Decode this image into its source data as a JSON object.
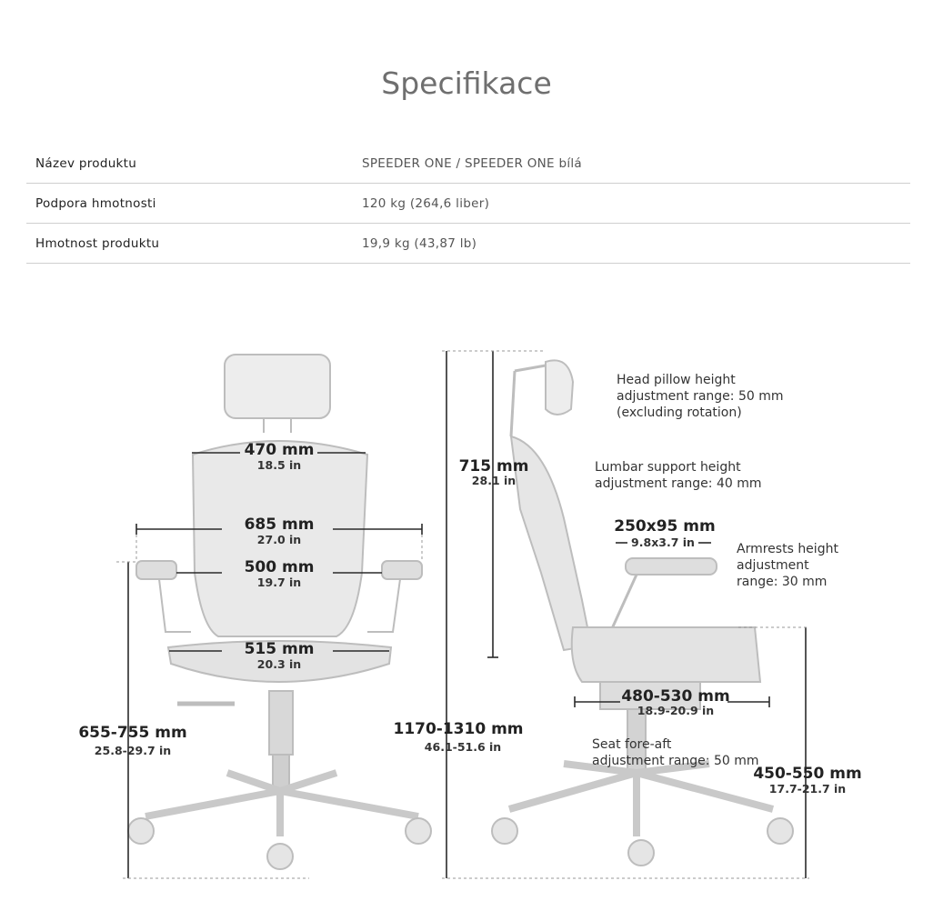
{
  "title": "Specifikace",
  "specs": [
    {
      "label": "Název produktu",
      "value": "SPEEDER ONE / SPEEDER ONE bílá"
    },
    {
      "label": "Podpora hmotnosti",
      "value": "120 kg (264,6 liber)"
    },
    {
      "label": "Hmotnost produktu",
      "value": "19,9 kg (43,87 lb)"
    }
  ],
  "diagram": {
    "front": {
      "back_width": {
        "mm": "470 mm",
        "in": "18.5 in"
      },
      "arm_span": {
        "mm": "685 mm",
        "in": "27.0 in"
      },
      "inner_arm": {
        "mm": "500 mm",
        "in": "19.7 in"
      },
      "seat_width": {
        "mm": "515 mm",
        "in": "20.3 in"
      },
      "armrest_height": {
        "mm": "655-755 mm",
        "in": "25.8-29.7 in"
      }
    },
    "side": {
      "backrest_height": {
        "mm": "715 mm",
        "in": "28.1 in"
      },
      "total_height": {
        "mm": "1170-1310 mm",
        "in": "46.1-51.6 in"
      },
      "armpad": {
        "mm": "250x95 mm",
        "in": "9.8x3.7 in"
      },
      "seat_depth": {
        "mm": "480-530 mm",
        "in": "18.9-20.9 in"
      },
      "seat_height": {
        "mm": "450-550 mm",
        "in": "17.7-21.7 in"
      },
      "head_note": [
        "Head pillow height",
        "adjustment range: 50 mm",
        "(excluding rotation)"
      ],
      "lumbar_note": [
        "Lumbar support height",
        "adjustment range: 40 mm"
      ],
      "armrest_note": [
        "Armrests height",
        "adjustment",
        "range: 30 mm"
      ],
      "seat_note": [
        "Seat fore-aft",
        "adjustment range: 50 mm"
      ]
    }
  }
}
